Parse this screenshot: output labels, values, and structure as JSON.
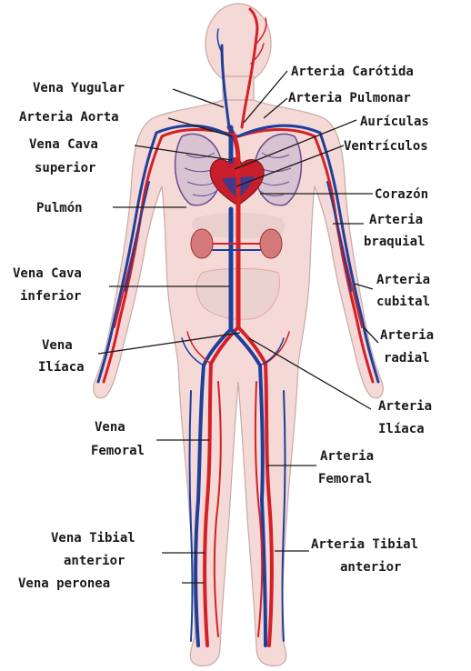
{
  "labels": {
    "vena_yugular": "Vena Yugular",
    "arteria_aorta": "Arteria Aorta",
    "vena_cava_superior_1": "Vena Cava",
    "vena_cava_superior_2": "superior",
    "pulmon": "Pulmón",
    "vena_cava_inferior_1": "Vena Cava",
    "vena_cava_inferior_2": "inferior",
    "vena_iliaca_1": "Vena",
    "vena_iliaca_2": "Ilíaca",
    "vena_femoral_1": "Vena",
    "vena_femoral_2": "Femoral",
    "vena_tibial_1": "Vena Tibial",
    "vena_tibial_2": "anterior",
    "vena_peronea": "Vena peronea",
    "arteria_carotida": "Arteria Carótida",
    "arteria_pulmonar": "Arteria Pulmonar",
    "auriculas": "Aurículas",
    "ventriculos": "Ventrículos",
    "corazon": "Corazón",
    "arteria_braquial_1": "Arteria",
    "arteria_braquial_2": "braquial",
    "arteria_cubital_1": "Arteria",
    "arteria_cubital_2": "cubital",
    "arteria_radial_1": "Arteria",
    "arteria_radial_2": "radial",
    "arteria_iliaca_1": "Arteria",
    "arteria_iliaca_2": "Ilíaca",
    "arteria_femoral_1": "Arteria",
    "arteria_femoral_2": "Femoral",
    "arteria_tibial_1": "Arteria Tibial",
    "arteria_tibial_2": "anterior"
  },
  "colors": {
    "artery": "#d42027",
    "vein": "#1f3f9b",
    "skin": "#f4d9d6",
    "lung": "#6b4b8f"
  }
}
